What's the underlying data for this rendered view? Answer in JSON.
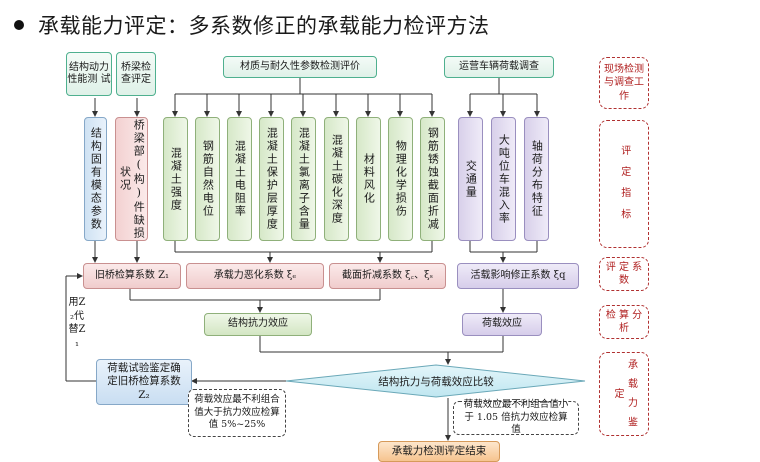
{
  "title": "承载能力评定：多系数修正的承载能力检评方法",
  "top_headers": {
    "dynamic": "结构动力性能测 试",
    "bridge_inspection": "桥梁检 查评定",
    "material": "材质与耐久性参数检测评价",
    "traffic": "运营车辆荷载调查"
  },
  "columns": [
    "结构固有模态参数",
    "桥梁部(构)件缺损状况",
    "混凝土强度",
    "钢筋自然电位",
    "混凝土电阻率",
    "混凝土保护层厚度",
    "混凝土氯离子含量",
    "混凝土碳化深度",
    "材料风化",
    "物理化学损伤",
    "钢筋锈蚀截面折减",
    "交通量",
    "大吨位车混入率",
    "轴荷分布特征"
  ],
  "coefficients": {
    "z1": "旧桥检算系数 Z₁",
    "xi_e": "承载力恶化系数 ξₑ",
    "xi_c_s": "截面折减系数 ξ꜀、ξₛ",
    "xi_q": "活载影响修正系数 ξq"
  },
  "analysis": {
    "resistance": "结构抗力效应",
    "load": "荷载效应"
  },
  "compare": "结构抗力与荷载效应比较",
  "load_test": "荷载试验鉴定确定旧桥检算系数 Z₂",
  "replace_note": "用Z₂代替Z₁",
  "note_fail": "荷载效应最不利组合值大于抗力效应检算值 5%~25%",
  "note_ok": "荷载效应最不利组合值小于 1.05 倍抗力效应检算值",
  "end": "承载力检测评定结束",
  "side_labels": [
    "现场检测与调查工作",
    "评 定 指 标",
    "评 定 系 数",
    "检 算 分 析",
    "承 载 力 鉴 定"
  ]
}
